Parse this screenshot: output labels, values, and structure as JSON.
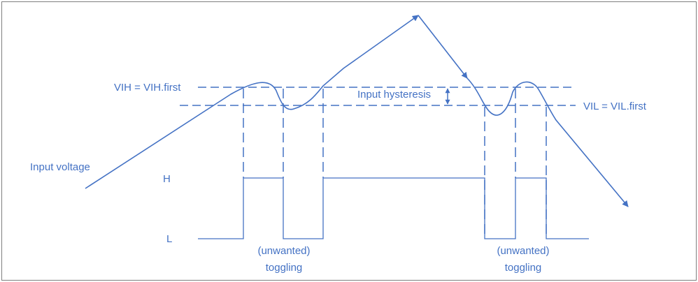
{
  "labels": {
    "vih": "VIH = VIH.first",
    "vil": "VIL = VIL.first",
    "hysteresis": "Input hysteresis",
    "input_voltage": "Input voltage",
    "high": "H",
    "low": "L",
    "toggle_left": [
      "(unwanted)",
      "toggling"
    ],
    "toggle_right": [
      "(unwanted)",
      "toggling"
    ]
  },
  "colors": {
    "accent": "#4472c4",
    "frame": "#7f7f7f"
  }
}
